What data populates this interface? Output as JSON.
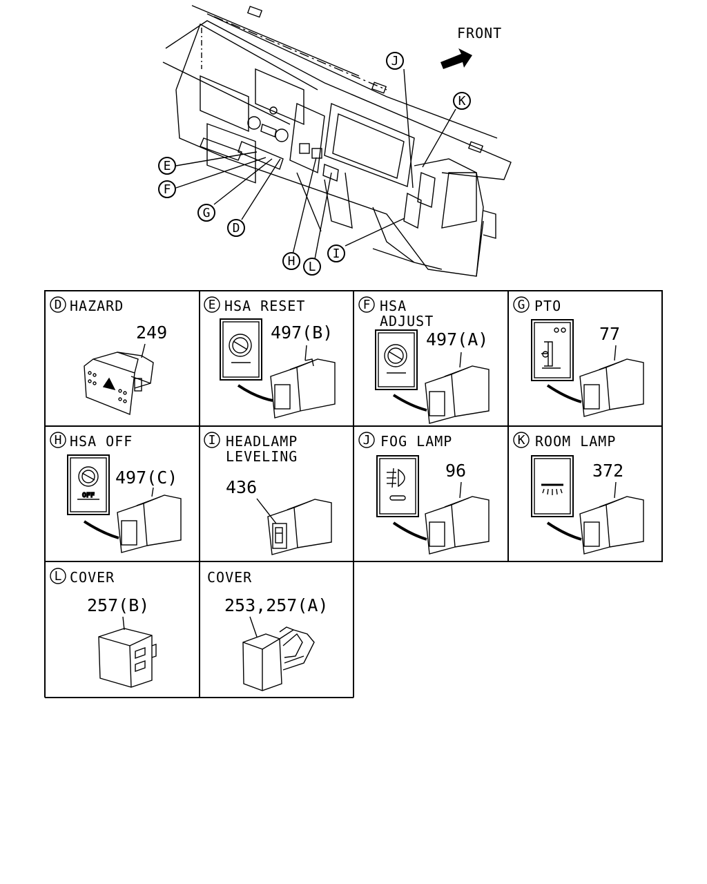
{
  "overview": {
    "front_label": "FRONT",
    "callouts": [
      {
        "letter": "J"
      },
      {
        "letter": "K"
      },
      {
        "letter": "E"
      },
      {
        "letter": "F"
      },
      {
        "letter": "G"
      },
      {
        "letter": "D"
      },
      {
        "letter": "H"
      },
      {
        "letter": "L"
      },
      {
        "letter": "I"
      }
    ]
  },
  "cells": [
    {
      "letter": "D",
      "title": "HAZARD",
      "title2": "",
      "part": "249",
      "icon": "hazard-switch-icon"
    },
    {
      "letter": "E",
      "title": "HSA RESET",
      "title2": "",
      "part": "497(B)",
      "icon": "hsa-reset-icon"
    },
    {
      "letter": "F",
      "title": "HSA",
      "title2": "ADJUST",
      "part": "497(A)",
      "icon": "hsa-adjust-icon"
    },
    {
      "letter": "G",
      "title": "PTO",
      "title2": "",
      "part": "77",
      "icon": "pto-icon"
    },
    {
      "letter": "H",
      "title": "HSA OFF",
      "title2": "",
      "part": "497(C)",
      "icon": "hsa-off-icon",
      "icon_text": "OFF"
    },
    {
      "letter": "I",
      "title": "HEADLAMP",
      "title2": "LEVELING",
      "part": "436",
      "icon": "headlamp-leveling-switch-icon"
    },
    {
      "letter": "J",
      "title": "FOG LAMP",
      "title2": "",
      "part": "96",
      "icon": "fog-lamp-icon"
    },
    {
      "letter": "K",
      "title": "ROOM LAMP",
      "title2": "",
      "part": "372",
      "icon": "room-lamp-icon"
    },
    {
      "letter": "L",
      "title": "COVER",
      "title2": "",
      "part": "257(B)",
      "icon": "cover-icon"
    },
    {
      "letter": "",
      "title": "COVER",
      "title2": "",
      "part": "253,257(A)",
      "icon": "cover-with-bracket-icon"
    }
  ]
}
